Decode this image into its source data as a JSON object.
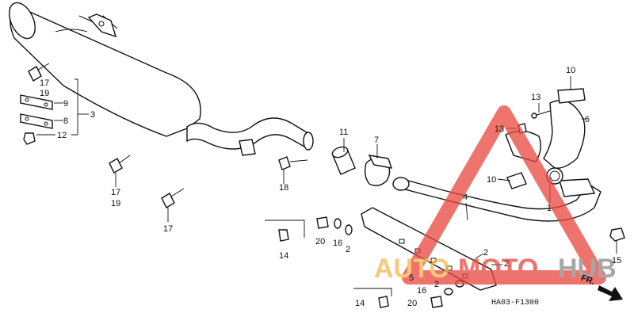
{
  "diagram": {
    "labels": {
      "l17a": "17",
      "l19a": "19",
      "l9": "9",
      "l3": "3",
      "l8": "8",
      "l12": "12",
      "l17b": "17",
      "l19b": "19",
      "l17c": "17",
      "l11": "11",
      "l7": "7",
      "l18": "18",
      "l10a": "10",
      "l13a": "13",
      "l6": "6",
      "l13b": "13",
      "l10b": "10",
      "l1": "1",
      "l4": "4",
      "l20a": "20",
      "l16a": "16",
      "l2a": "2",
      "l14a": "14",
      "l2b": "2",
      "l2c": "2",
      "l5": "5",
      "l2d": "2",
      "l16b": "16",
      "l20b": "20",
      "l14b": "14",
      "l15": "15"
    },
    "diagram_code": "HA03-F1300",
    "front_marker": "FR.",
    "watermark": {
      "auto": "AUTO",
      "moto": "MOTO",
      "hub": "HUB"
    },
    "colors": {
      "watermark_red": "#e9453d",
      "watermark_orange": "#f2b64e",
      "watermark_gray": "#8a8a8a",
      "line": "#111111"
    }
  }
}
